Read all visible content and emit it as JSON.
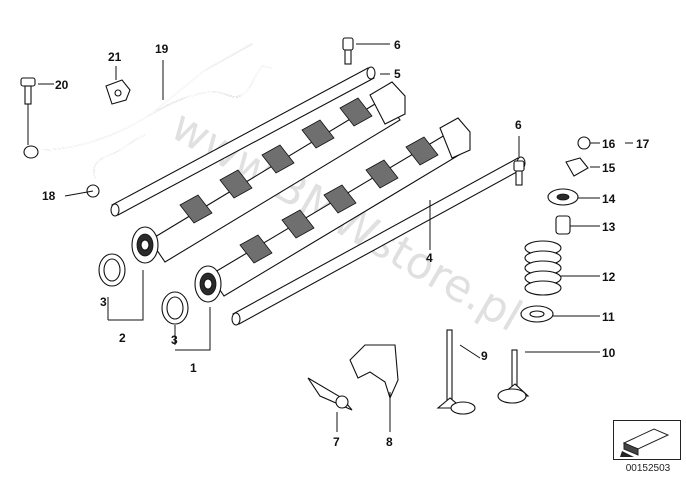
{
  "labels": {
    "l1": "1",
    "l2": "2",
    "l3a": "3",
    "l3b": "3",
    "l4": "4",
    "l5": "5",
    "l6a": "6",
    "l6b": "6",
    "l7": "7",
    "l8": "8",
    "l9": "9",
    "l10": "10",
    "l11": "11",
    "l12": "12",
    "l13": "13",
    "l14": "14",
    "l15": "15",
    "l16": "16",
    "l17": "17",
    "l18": "18",
    "l19": "19",
    "l20": "20",
    "l21": "21"
  },
  "watermark": "www.BMWstore.pl",
  "doc_number": "00152503",
  "icons": {
    "nav": "arrow-nav-icon"
  }
}
